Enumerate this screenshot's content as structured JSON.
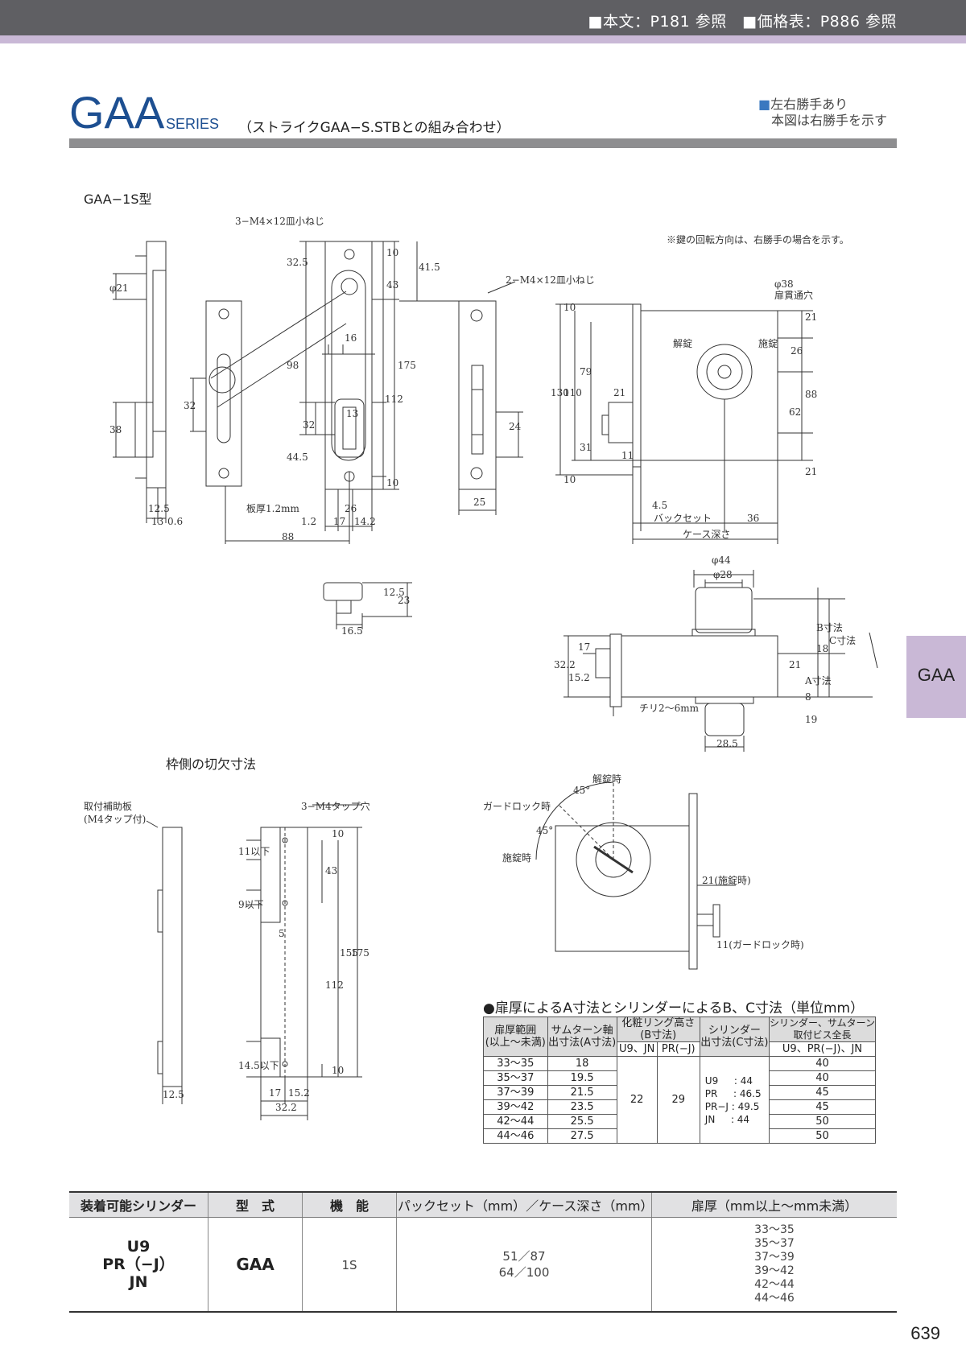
{
  "header": {
    "references": "■本文：P181 参照　■価格表：P886 参照"
  },
  "title": {
    "series": "GAA",
    "series_suffix": "SERIES",
    "subtitle": "（ストライクGAA−S.STBとの組み合わせ）",
    "note_line1": "左右勝手あり",
    "note_line1_marker": "■",
    "note_line2": "本図は右勝手を示す"
  },
  "section1": {
    "label": "GAA−1S型",
    "rotation_note": "※鍵の回転方向は、右勝手の場合を示す。",
    "screw_note_1": "3−M4×12皿小ねじ",
    "screw_note_2": "2−M4×12皿小ねじ",
    "through_hole": "φ38",
    "through_hole_label": "扉貫通穴",
    "unlock": "解錠",
    "lock": "施錠",
    "plate": "板厚1.2mm",
    "backset": "バックセット",
    "case_depth": "ケース深さ",
    "chiri": "チリ2〜6mm",
    "dims": {
      "d21": "φ21",
      "d38": "38",
      "d125": "12.5",
      "d13": "13",
      "d06": "0.6",
      "d32a": "32",
      "d88": "88",
      "d325": "32.5",
      "d98": "98",
      "d445": "44.5",
      "d32b": "32",
      "d16": "16",
      "d13b": "13",
      "d12": "1.2",
      "d17": "17",
      "d142": "14.2",
      "d26": "26",
      "d10a": "10",
      "d43": "43",
      "d112": "112",
      "d175": "175",
      "d10b": "10",
      "d415": "41.5",
      "d25": "25",
      "d24": "24",
      "d130": "130",
      "d110": "110",
      "d79": "79",
      "d31": "31",
      "d10c": "10",
      "d10d": "10",
      "d21b": "21",
      "d11": "11",
      "d45": "4.5",
      "d36": "36",
      "d21c": "21",
      "d26b": "26",
      "d88b": "88",
      "d62": "62",
      "d21d": "21",
      "d125b": "12.5",
      "d23": "23",
      "d165": "16.5",
      "d44": "φ44",
      "d28": "φ28",
      "d322": "32.2",
      "d17b": "17",
      "d152": "15.2",
      "d18": "18",
      "d21e": "21",
      "d8": "8",
      "d19": "19",
      "d285": "28.5",
      "bdim": "B寸法",
      "cdim": "C寸法",
      "adim": "A寸法"
    }
  },
  "section2": {
    "label": "枠側の切欠寸法",
    "aux_plate": "取付補助板",
    "aux_plate_sub": "(M4タップ付)",
    "tap": "3−M4タップ穴",
    "guard_lock": "ガードロック時",
    "unlocked": "解錠時",
    "locked": "施錠時",
    "angle1": "45°",
    "angle2": "45°",
    "lock21": "21(施錠時)",
    "guard11": "11(ガードロック時)",
    "dims": {
      "u11": "11以下",
      "u9": "9以下",
      "u145": "14.5以下",
      "f10a": "10",
      "f43": "43",
      "f5": "5",
      "f155": "155",
      "f175": "175",
      "f112": "112",
      "f10b": "10",
      "f17": "17",
      "f152": "15.2",
      "f322": "32.2",
      "f125": "12.5"
    }
  },
  "dim_table": {
    "title": "●扉厚によるA寸法とシリンダーによるB、C寸法（単位mm）",
    "headers": {
      "door_range": "扉厚範囲\n(以上〜未満)",
      "thumb_axis": "サムターン軸\n出寸法(A寸法)",
      "ring_height": "化粧リング高さ\n(B寸法)",
      "ring_sub1": "U9、JN",
      "ring_sub2": "PR(−J)",
      "cylinder": "シリンダー\n出寸法(C寸法)",
      "screw_len": "シリンダー、サムターン\n取付ビス全長",
      "screw_sub": "U9、PR(−J)、JN"
    },
    "rows": [
      {
        "range": "33〜35",
        "a": "18",
        "screw": "40"
      },
      {
        "range": "35〜37",
        "a": "19.5",
        "screw": "40"
      },
      {
        "range": "37〜39",
        "a": "21.5",
        "screw": "45"
      },
      {
        "range": "39〜42",
        "a": "23.5",
        "screw": "45"
      },
      {
        "range": "42〜44",
        "a": "25.5",
        "screw": "50"
      },
      {
        "range": "44〜46",
        "a": "27.5",
        "screw": "50"
      }
    ],
    "b_u9_jn": "22",
    "b_pr": "29",
    "cylinder_c": "U9　  : 44\nPR　  : 46.5\nPR−J : 49.5\nJN　  : 44"
  },
  "product_table": {
    "headers": [
      "装着可能シリンダー",
      "型　式",
      "機　能",
      "パックセット（mm）／ケース深さ（mm）",
      "扉厚（mm以上〜mm未満）"
    ],
    "cylinders": "U9\nPR（−J）\nJN",
    "model": "GAA",
    "function": "1S",
    "backset_case": "51／87\n64／100",
    "door_thickness": "33〜35\n35〜37\n37〜39\n39〜42\n42〜44\n44〜46"
  },
  "side_tab": "GAA",
  "page_number": "639"
}
